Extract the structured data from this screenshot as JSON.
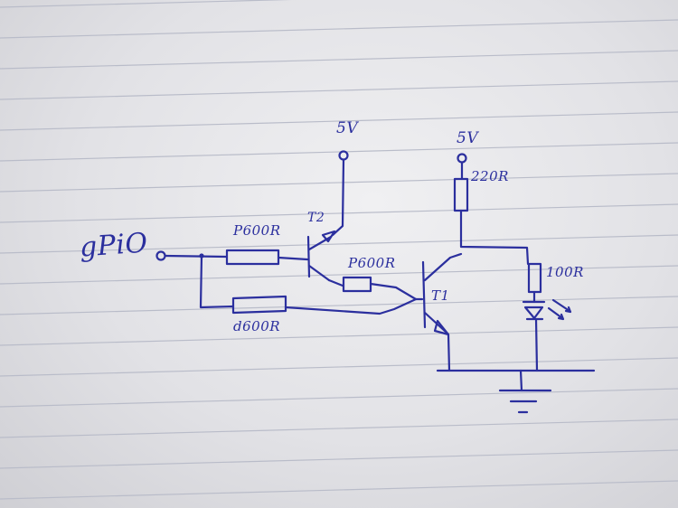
{
  "labels": {
    "gpio": "gPiO",
    "supply_1": "5V",
    "supply_2": "5V",
    "r_t2_base": "P600R",
    "r_t2_emitter": "P600R",
    "r_bypass": "d600R",
    "r_collector": "220R",
    "r_led": "100R",
    "transistor_1": "T1",
    "transistor_2": "T2"
  },
  "colors": {
    "ink": "#2b2f9e",
    "paper": "#e6e6ea",
    "rule": "#b9bcc9"
  }
}
